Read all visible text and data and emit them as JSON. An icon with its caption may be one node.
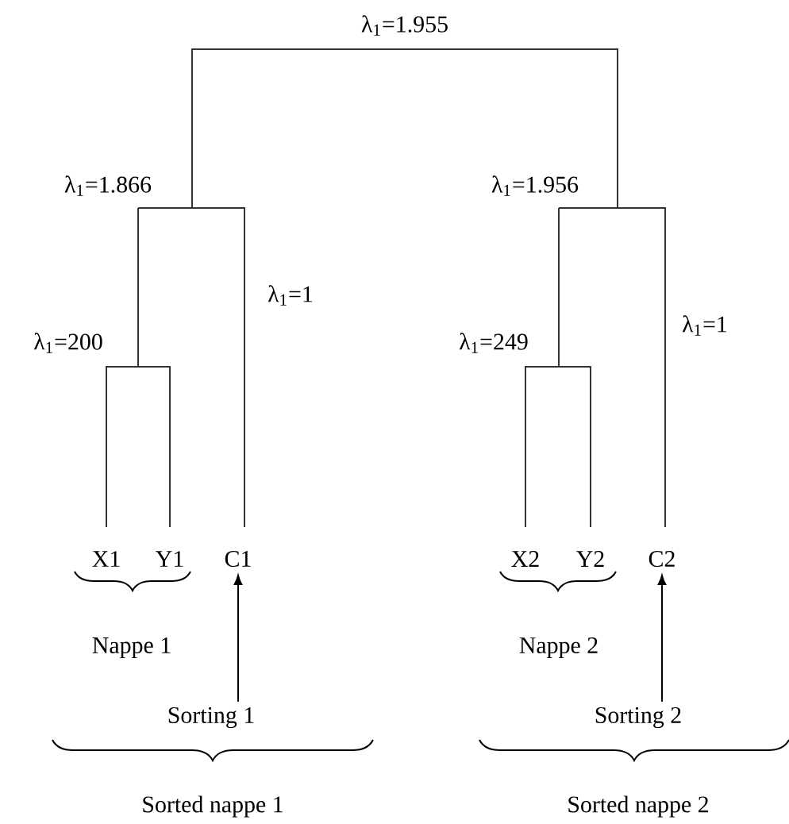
{
  "diagram": {
    "nodes": [
      {
        "text": [
          "X1"
        ]
      },
      {
        "text": [
          "Y1"
        ]
      },
      {
        "text": [
          "C1"
        ]
      },
      {
        "text": [
          "X2"
        ]
      },
      {
        "text": [
          "Y2"
        ]
      },
      {
        "text": [
          "C2"
        ]
      },
      {
        "text": [
          "Sorting 1"
        ]
      },
      {
        "text": [
          "Sorting 2"
        ]
      }
    ],
    "edges": [
      {
        "from": 6,
        "to": 2,
        "arrow": "to"
      },
      {
        "from": 7,
        "to": 5,
        "arrow": "to"
      }
    ],
    "labels": [
      "λ$_{1}$=1.955",
      "λ$_{1}$=1.866",
      "λ$_{1}$=1.956",
      "λ$_{1}$=1",
      "λ$_{1}$=1",
      "λ$_{1}$=200",
      "λ$_{1}$=249",
      "Nappe 1",
      "Nappe 2",
      "Sorted nappe 1",
      "Sorted nappe 2"
    ]
  }
}
